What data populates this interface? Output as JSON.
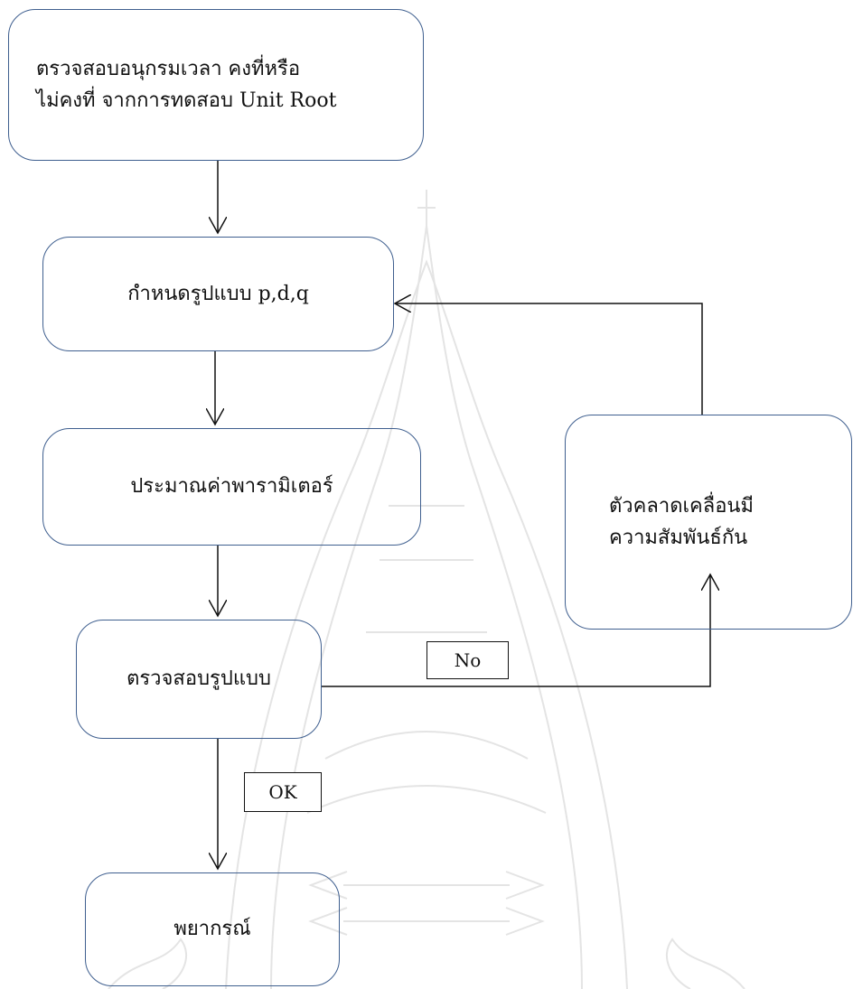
{
  "nodes": {
    "check_stationarity": {
      "line1": "ตรวจสอบอนุกรมเวลา คงที่หรือ",
      "line2": "ไม่คงที่ จากการทดสอบ Unit Root"
    },
    "identify_model": {
      "text": "กำหนดรูปแบบ p,d,q"
    },
    "estimate_parameters": {
      "text": "ประมาณค่าพารามิเตอร์"
    },
    "check_model": {
      "text": "ตรวจสอบรูปแบบ"
    },
    "forecast": {
      "text": "พยากรณ์"
    },
    "residual_correlated": {
      "line1": "ตัวคลาดเคลื่อนมี",
      "line2": "ความสัมพันธ์กัน"
    }
  },
  "edge_labels": {
    "no": "No",
    "ok": "OK"
  },
  "colors": {
    "node_border": "#3f5f8f",
    "connector": "#111111",
    "watermark": "#e2e2e2"
  }
}
